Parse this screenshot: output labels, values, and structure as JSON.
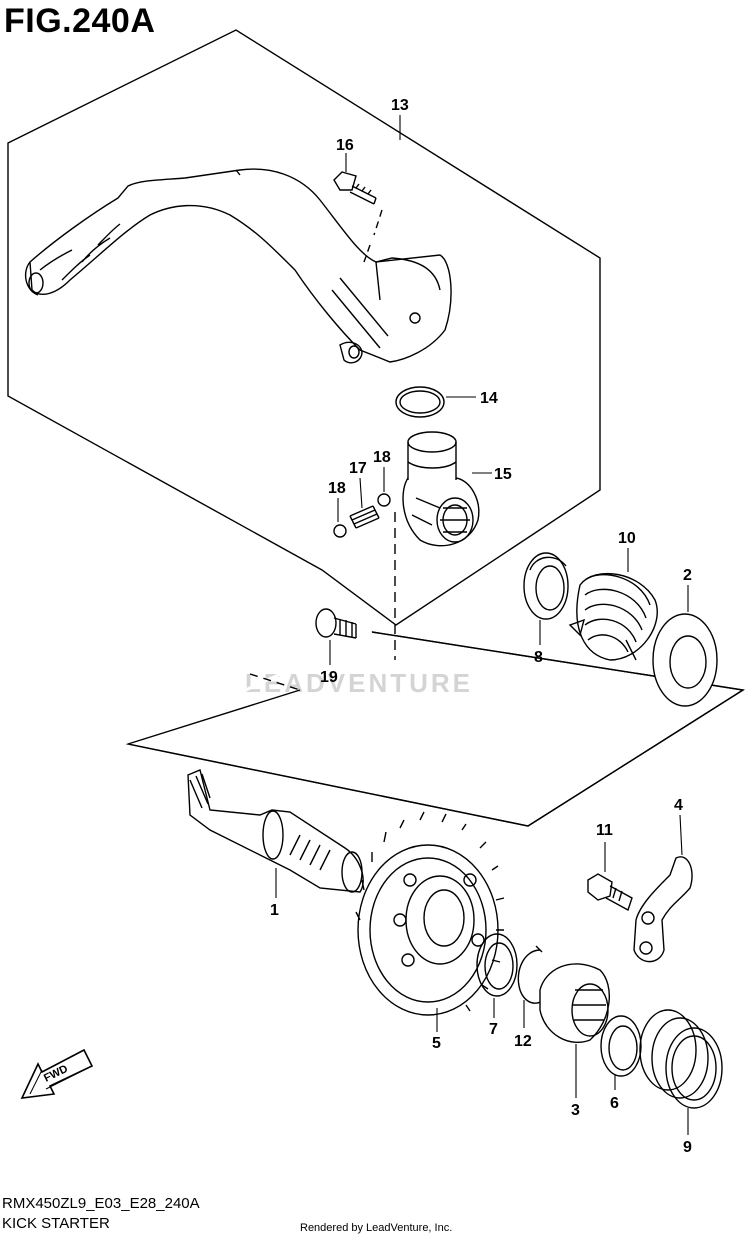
{
  "figure_title": "FIG.240A",
  "model_code": "RMX450ZL9_E03_E28_240A",
  "section_name": "KICK STARTER",
  "rendered_by": "Rendered by LeadVenture, Inc.",
  "watermark": "LEADVENTURE",
  "fwd_label": "FWD",
  "callouts": {
    "c1": "1",
    "c2": "2",
    "c3": "3",
    "c4": "4",
    "c5": "5",
    "c6": "6",
    "c7": "7",
    "c8": "8",
    "c9": "9",
    "c10": "10",
    "c11": "11",
    "c12": "12",
    "c13": "13",
    "c14": "14",
    "c15": "15",
    "c16": "16",
    "c17": "17",
    "c18a": "18",
    "c18b": "18",
    "c19": "19"
  }
}
